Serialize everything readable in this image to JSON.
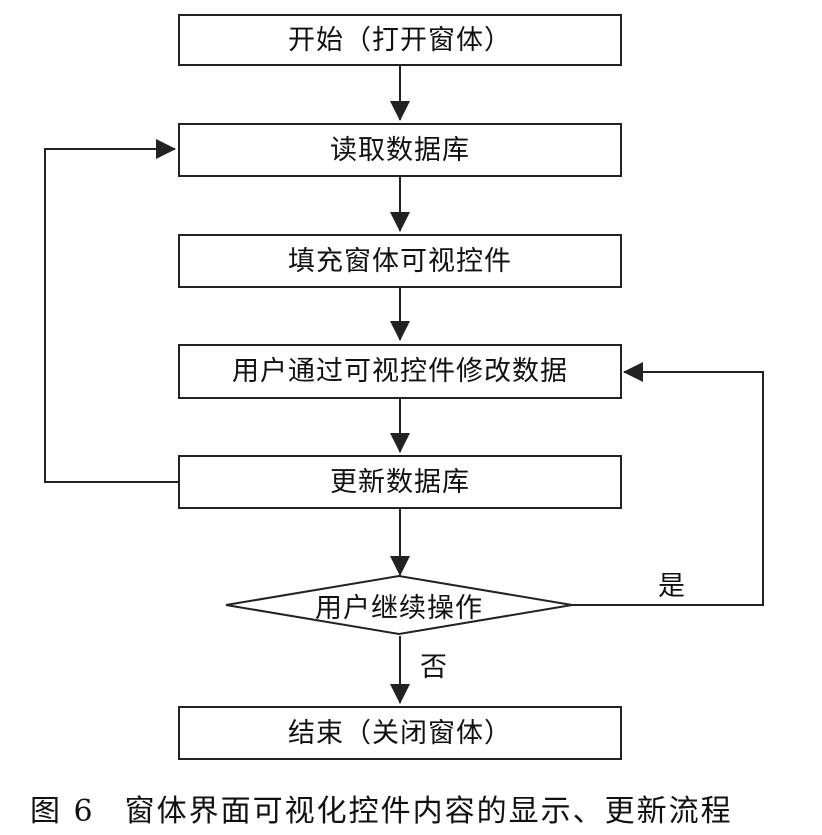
{
  "nodes": {
    "start": "开始（打开窗体）",
    "read_db": "读取数据库",
    "fill_controls": "填充窗体可视控件",
    "user_modify": "用户通过可视控件修改数据",
    "update_db": "更新数据库",
    "decision": "用户继续操作",
    "end": "结束（关闭窗体）"
  },
  "edge_labels": {
    "yes": "是",
    "no": "否"
  },
  "caption": {
    "figure_number": "图 6",
    "text": "窗体界面可视化控件内容的显示、更新流程"
  }
}
